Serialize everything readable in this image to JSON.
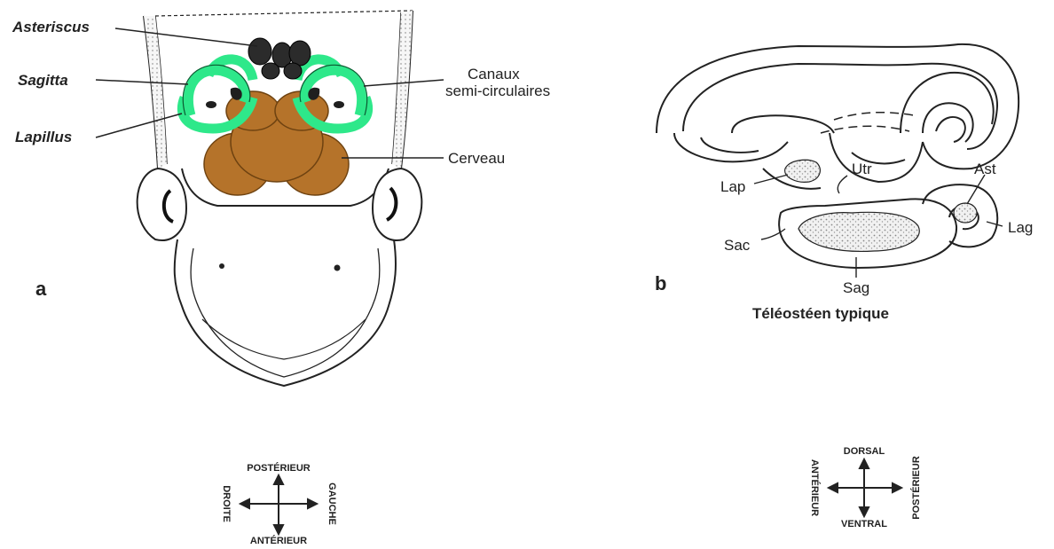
{
  "panel_a": {
    "letter": "a",
    "labels": {
      "asteriscus": "Asteriscus",
      "sagitta": "Sagitta",
      "lapillus": "Lapillus",
      "canaux_line1": "Canaux",
      "canaux_line2": "semi-circulaires",
      "cerveau": "Cerveau"
    },
    "compass": {
      "top": "POSTÉRIEUR",
      "bottom": "ANTÉRIEUR",
      "left": "DROITE",
      "right": "GAUCHE"
    }
  },
  "panel_b": {
    "letter": "b",
    "caption": "Téléostéen typique",
    "labels": {
      "lap": "Lap",
      "utr": "Utr",
      "ast": "Ast",
      "lag": "Lag",
      "sac": "Sac",
      "sag": "Sag"
    },
    "compass": {
      "top": "DORSAL",
      "bottom": "VENTRAL",
      "left": "ANTÉRIEUR",
      "right": "POSTÉRIEUR"
    }
  },
  "colors": {
    "semicircular_canals": "#2ee88a",
    "brain": "#b5732a",
    "otoliths": "#2b2b2b",
    "line": "#222222"
  }
}
